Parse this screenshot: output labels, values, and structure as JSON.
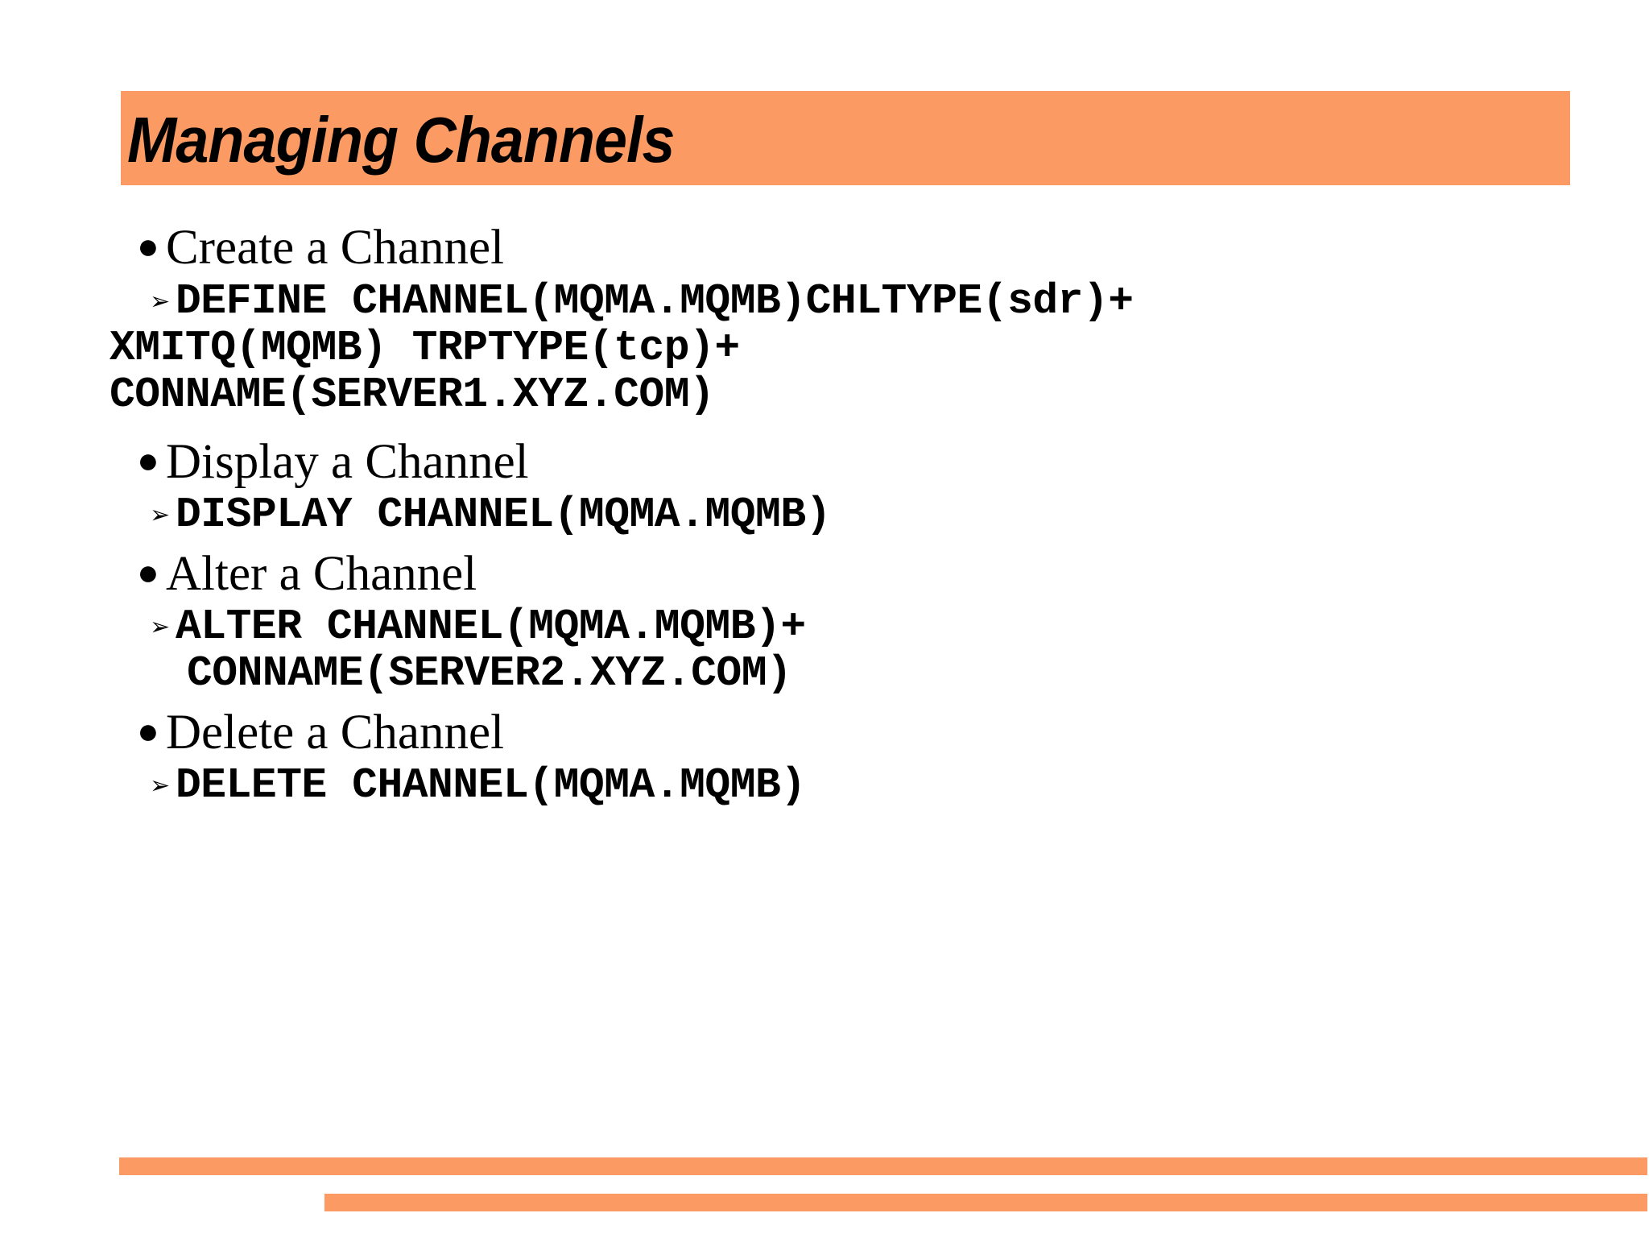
{
  "slide": {
    "title": "Managing Channels",
    "accent_color": "#FB9B63",
    "text_color": "#000000",
    "background_color": "#FFFFFF",
    "bullet_glyph": "●",
    "sub_bullet_glyph": "➢",
    "sections": [
      {
        "heading": "Create a Channel",
        "code_lines": [
          "DEFINE CHANNEL(MQMA.MQMB)CHLTYPE(sdr)+",
          "XMITQ(MQMB) TRPTYPE(tcp)+",
          "CONNAME(SERVER1.XYZ.COM)"
        ]
      },
      {
        "heading": "Display a Channel",
        "code_lines": [
          "DISPLAY CHANNEL(MQMA.MQMB)"
        ]
      },
      {
        "heading": "Alter a Channel",
        "code_lines": [
          "ALTER CHANNEL(MQMA.MQMB)+",
          "CONNAME(SERVER2.XYZ.COM)"
        ]
      },
      {
        "heading": "Delete a Channel",
        "code_lines": [
          "DELETE CHANNEL(MQMA.MQMB)"
        ]
      }
    ],
    "footer": {
      "bar_top": "decorative-rule",
      "bar_bottom": "decorative-rule"
    }
  }
}
